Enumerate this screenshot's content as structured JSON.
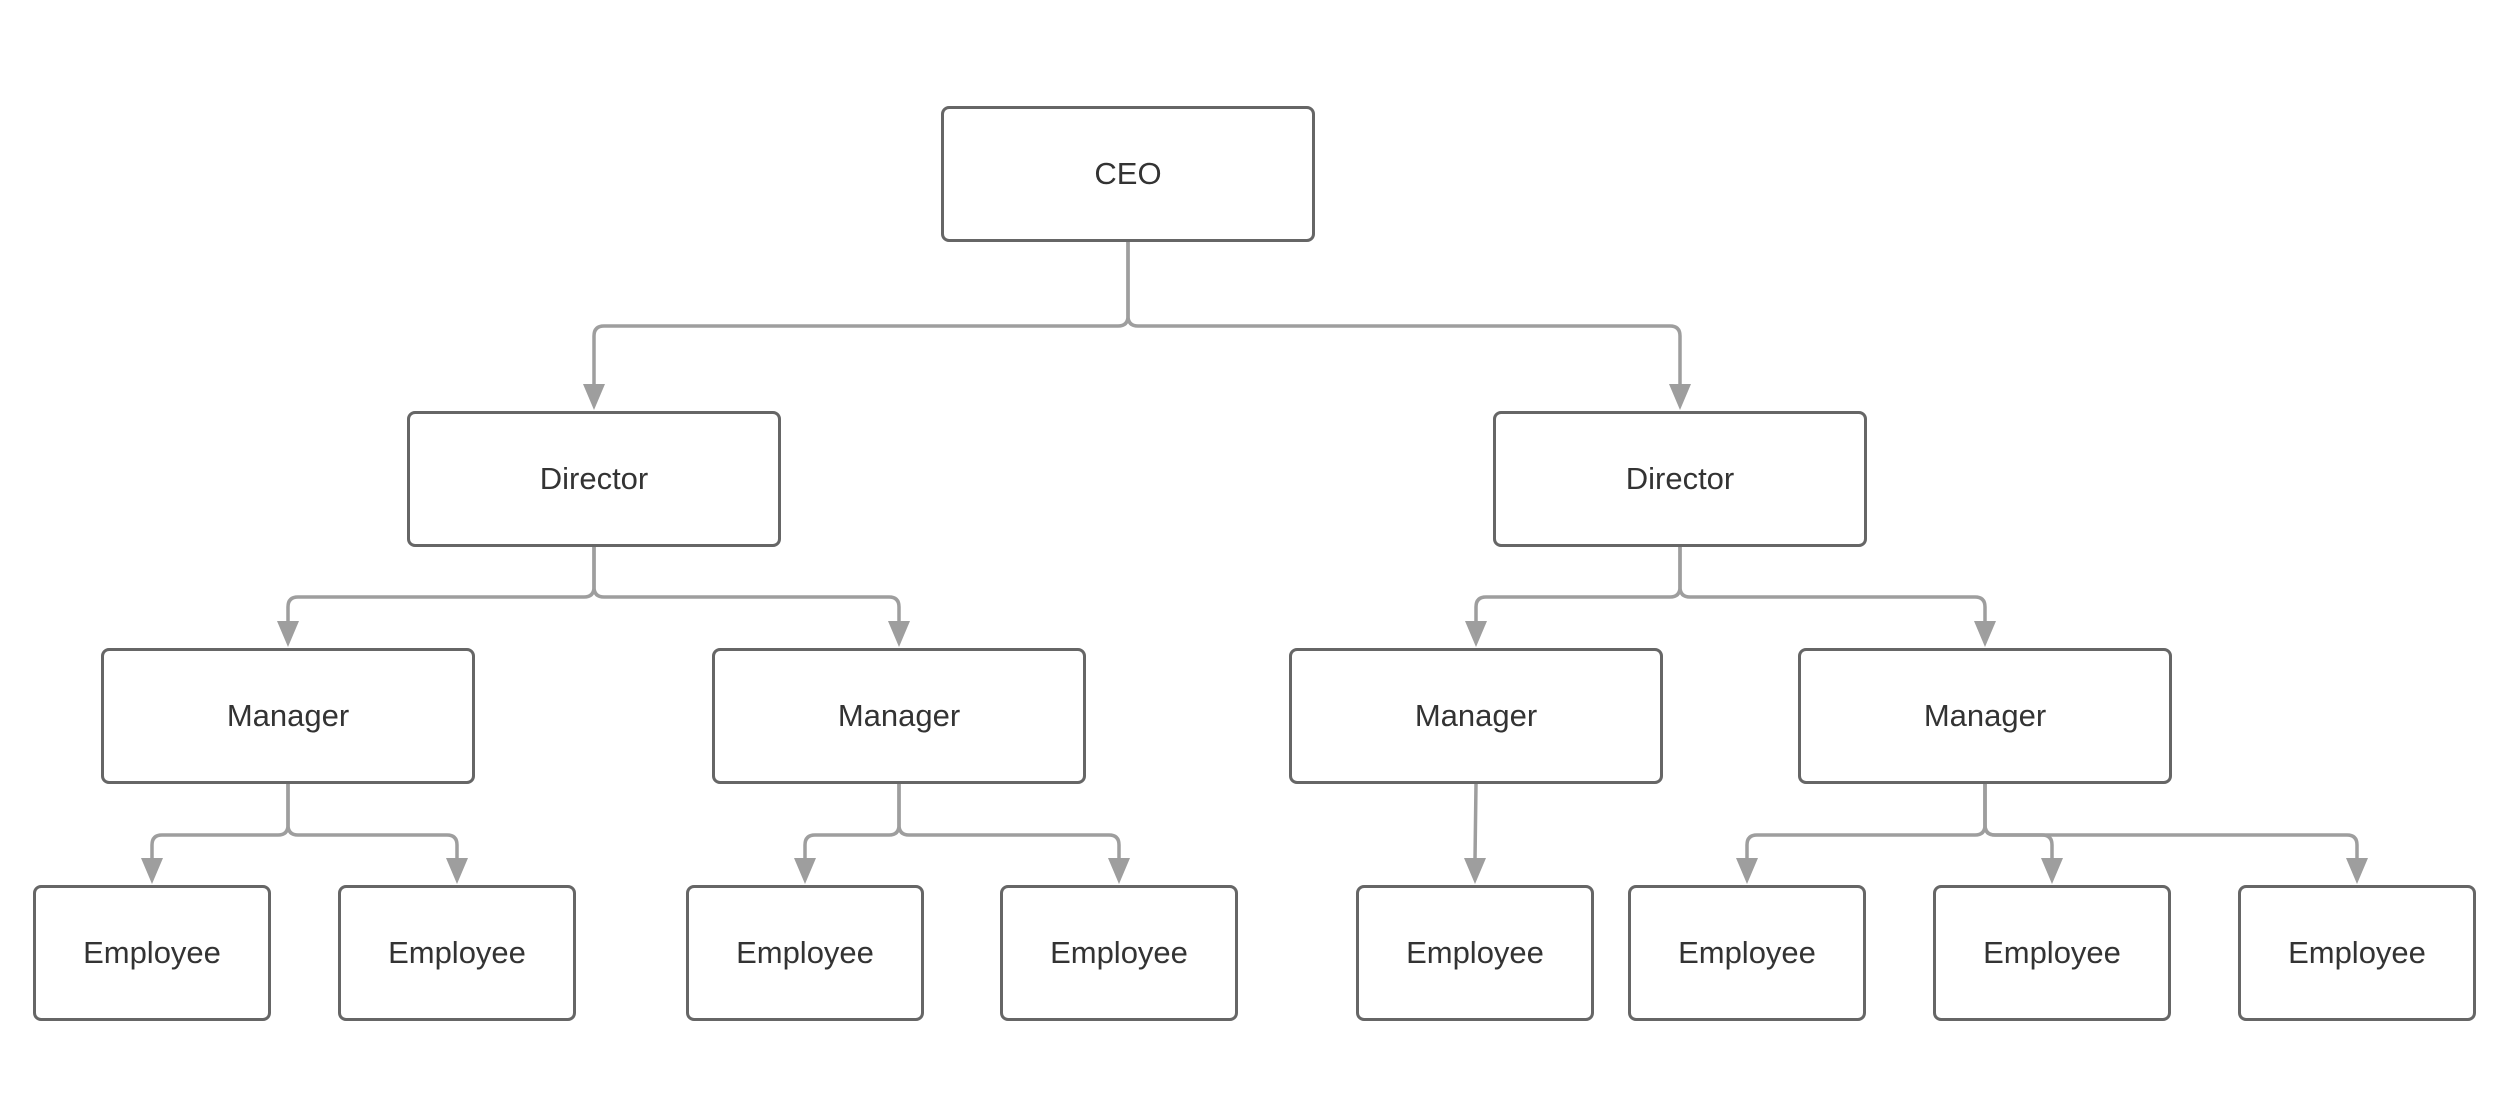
{
  "org_chart": {
    "ceo": "CEO",
    "directors": [
      "Director",
      "Director"
    ],
    "managers": [
      "Manager",
      "Manager",
      "Manager",
      "Manager"
    ],
    "employees": [
      "Employee",
      "Employee",
      "Employee",
      "Employee",
      "Employee",
      "Employee",
      "Employee",
      "Employee"
    ]
  },
  "colors": {
    "node_border": "#666666",
    "connector": "#9e9e9e",
    "text": "#333333",
    "background": "#ffffff"
  }
}
